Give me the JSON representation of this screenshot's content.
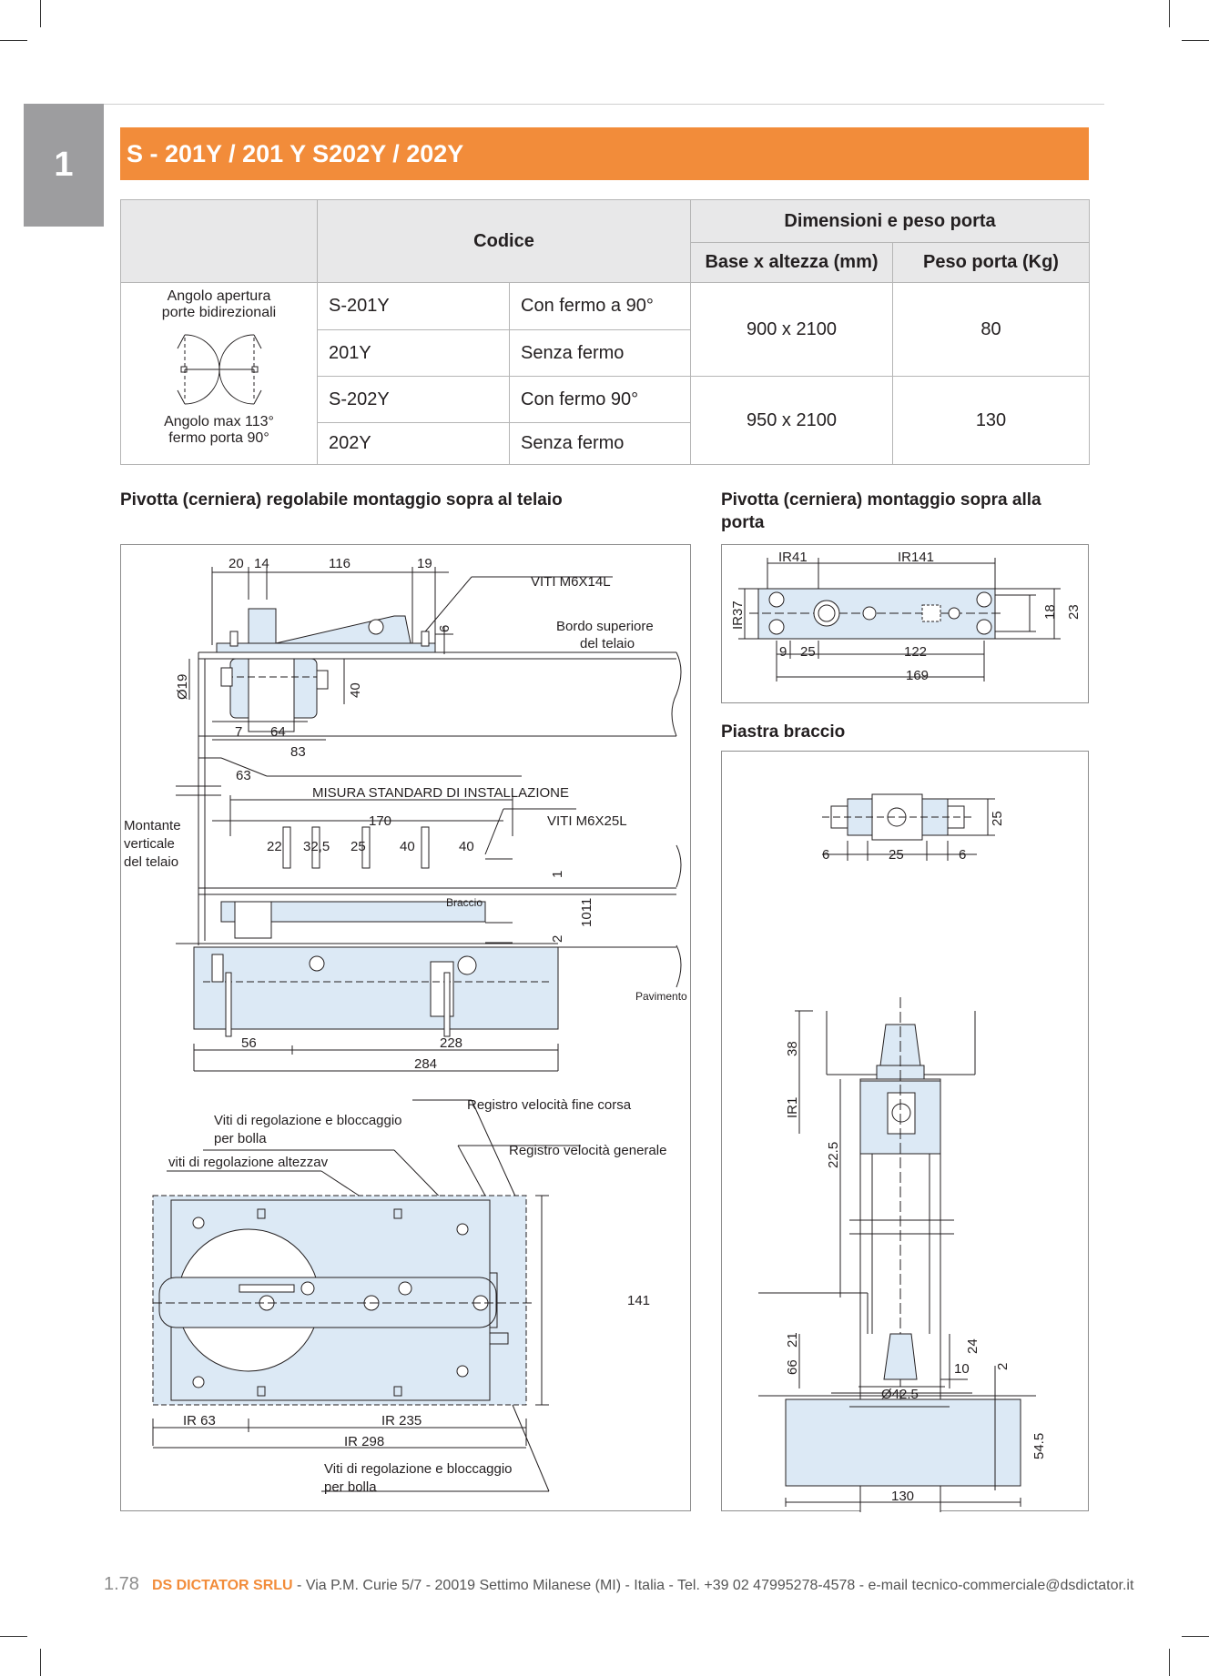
{
  "chapter_number": "1",
  "title": "S - 201Y / 201 Y   S202Y / 202Y",
  "table": {
    "header_code": "Codice",
    "header_dims": "Dimensioni e peso porta",
    "header_base": "Base x altezza (mm)",
    "header_weight": "Peso porta (Kg)",
    "diagram_top_label": "Angolo apertura porte bidirezionali",
    "diagram_bottom_label": "Angolo max 113° fermo porta 90°",
    "rows": [
      {
        "code": "S-201Y",
        "desc": "Con fermo a 90°"
      },
      {
        "code": "201Y",
        "desc": "Senza fermo"
      },
      {
        "code": "S-202Y",
        "desc": "Con fermo 90°"
      },
      {
        "code": "202Y",
        "desc": "Senza fermo"
      }
    ],
    "groups": [
      {
        "base": "900 x 2100",
        "weight": "80"
      },
      {
        "base": "950 x 2100",
        "weight": "130"
      }
    ]
  },
  "sections": {
    "left_title": "Pivotta (cerniera) regolabile montaggio sopra al telaio",
    "right_top_title": "Pivotta (cerniera) montaggio sopra alla porta",
    "right_bottom_title": "Piastra braccio"
  },
  "left_drawing": {
    "dims_top": [
      "20",
      "14",
      "116",
      "19"
    ],
    "viti_top": "VITI M6X14L",
    "dim_6": "6",
    "bordo": [
      "Bordo superiore",
      "del telaio"
    ],
    "dia19": "Ø19",
    "dim_40": "40",
    "dim_7": "7",
    "dim_64": "64",
    "dim_83": "83",
    "dim_63": "63",
    "misura": "MISURA STANDARD DI INSTALLAZIONE",
    "montante": [
      "Montante",
      "verticale",
      "del telaio"
    ],
    "dim_170": "170",
    "viti_mid": "VITI M6X25L",
    "dims_mid": [
      "22",
      "32,5",
      "25",
      "40",
      "40"
    ],
    "dim_1": "1",
    "dim_1011": "1011",
    "dim_2": "2",
    "braccio": "Braccio",
    "pavimento": "Pavimento",
    "dim_56": "56",
    "dim_228": "228",
    "dim_284": "284",
    "registro_fine": "Registro velocità fine corsa",
    "viti_reg1": [
      "Viti  di  regolazione  e  bloccaggio",
      "per bolla"
    ],
    "registro_gen": "Registro velocità generale",
    "viti_alt": "viti di regolazione altezzav",
    "dim_141": "141",
    "ir63": "IR 63",
    "ir235": "IR 235",
    "ir298": "IR 298",
    "viti_reg2": [
      "Viti  di  regolazione  e  bloccaggio",
      "per bolla"
    ]
  },
  "right_top_drawing": {
    "ir41": "IR41",
    "ir141": "IR141",
    "ir37": "IR37",
    "dim_18": "18",
    "dim_23": "23",
    "dims_bottom": [
      "9",
      "25",
      "122"
    ],
    "dim_169": "169"
  },
  "right_bottom_drawing": {
    "dim_25v": "25",
    "dims_h": [
      "6",
      "25",
      "6"
    ],
    "dim_38": "38",
    "ir1": "IR1",
    "dim_225": "22.5",
    "dim_21": "21",
    "dim_66": "66",
    "dim_24": "24",
    "dim_10": "10",
    "dim_2": "2",
    "dia425": "Ø42.5",
    "dim_545": "54.5",
    "dim_130": "130"
  },
  "footer": {
    "page": "1.78",
    "company": "DS DICTATOR SRLU",
    "address": " - Via P.M. Curie 5/7 - 20019 Settimo Milanese (MI) - Italia - Tel. +39 02 47995278-4578 - e-mail tecnico-commerciale@dsdictator.it"
  }
}
